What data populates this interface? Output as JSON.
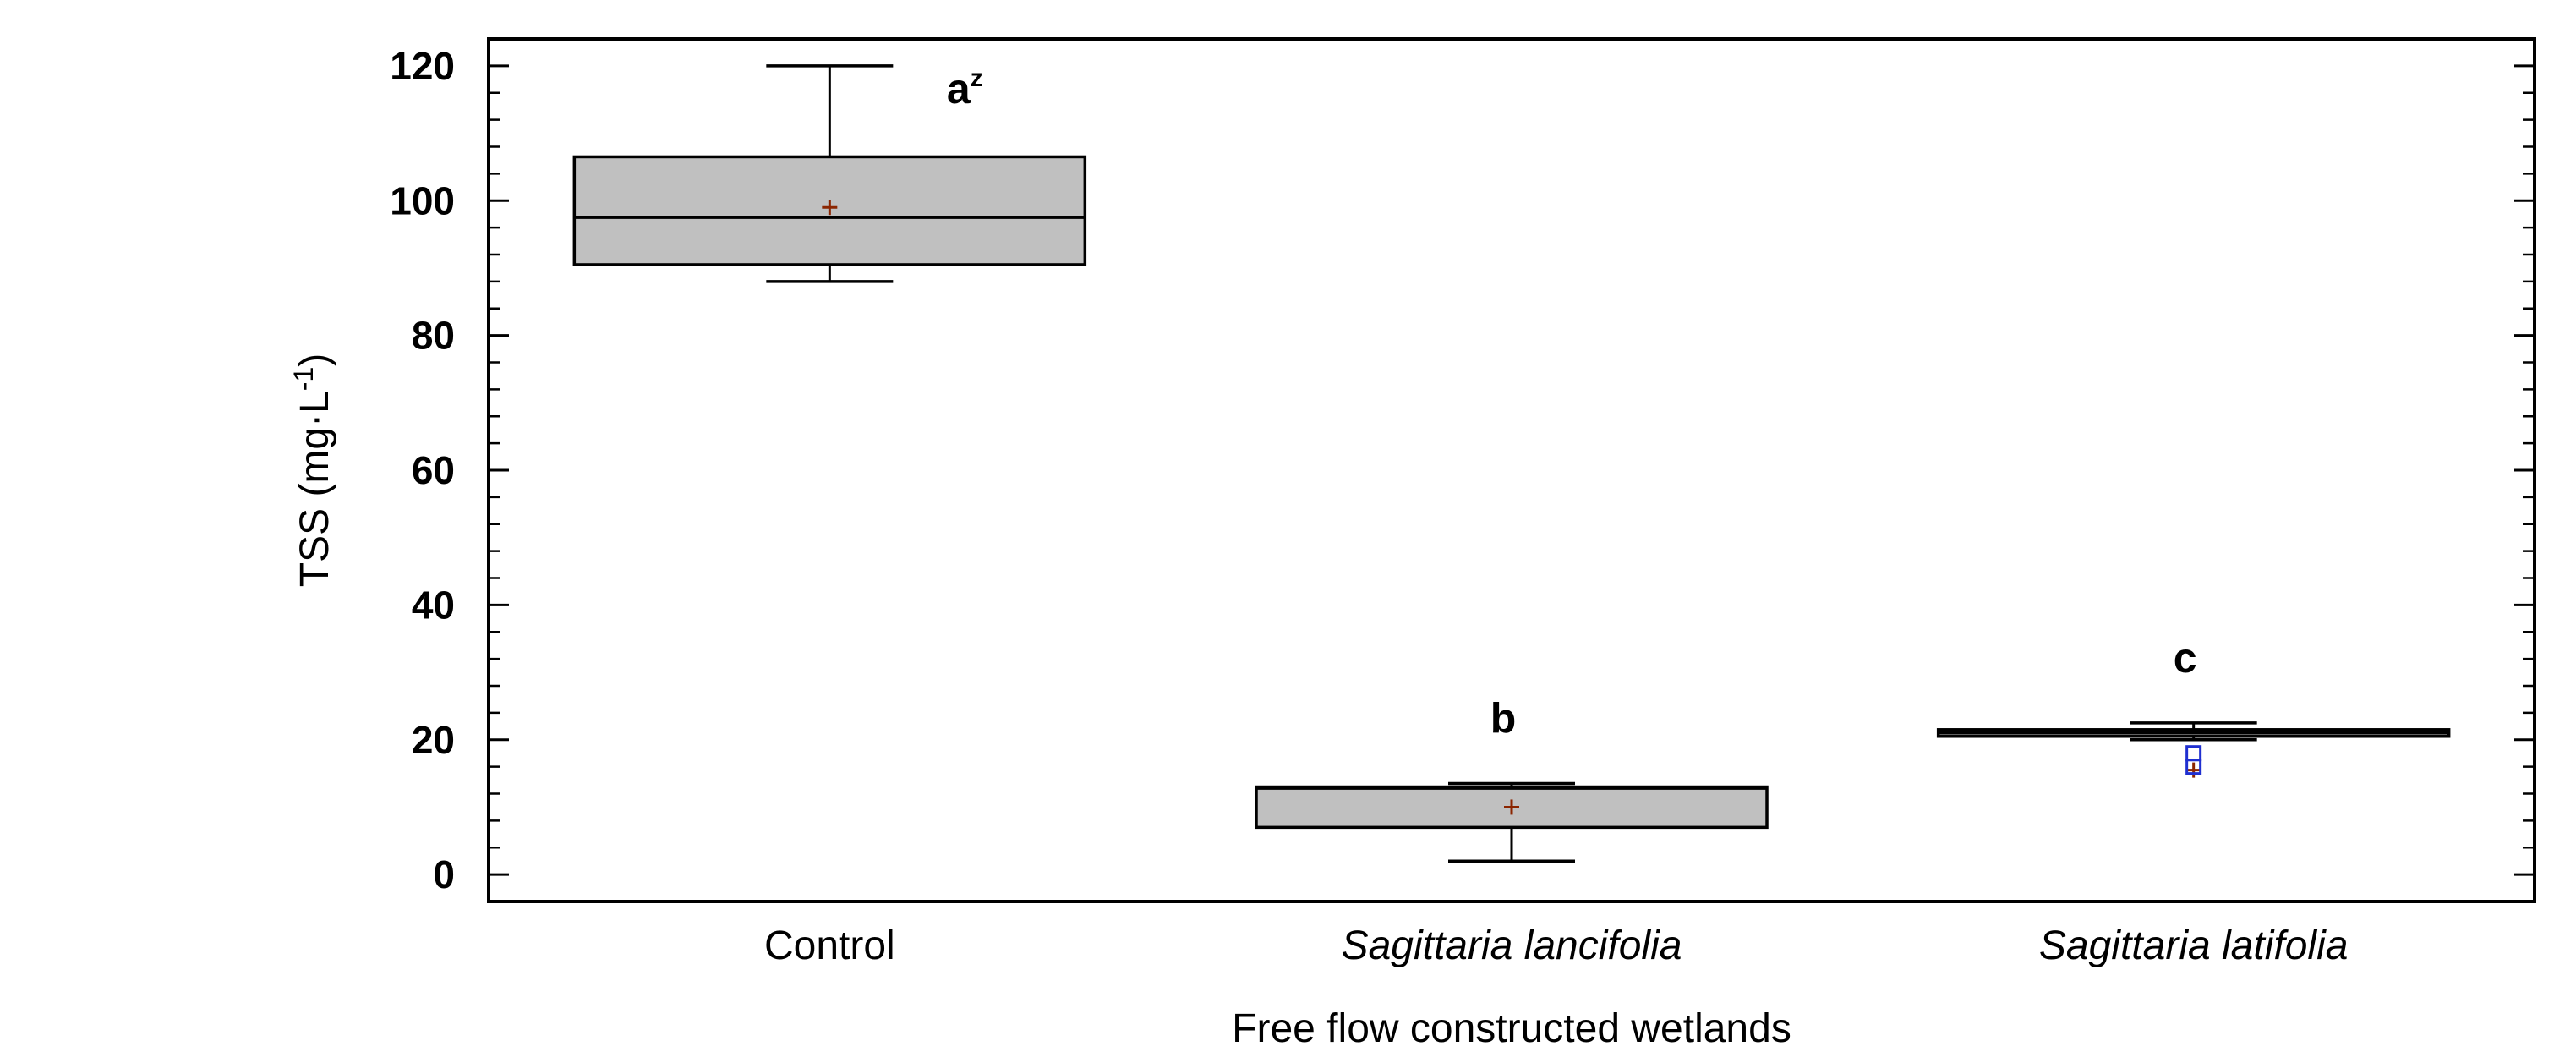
{
  "chart_data": {
    "type": "box",
    "xlabel": "Free flow constructed wetlands",
    "ylabel_main": "TSS (mg·L",
    "ylabel_sup": "-1",
    "ylabel_end": ")",
    "ylim": [
      -4,
      124
    ],
    "yticks": [
      0,
      20,
      40,
      60,
      80,
      100,
      120
    ],
    "grid": false,
    "colors": {
      "box_fill": "#c0c0c0",
      "mean_marker": "#8b2500",
      "outlier_marker": "#1f2fd0",
      "outlier_marker_2": "#cc2222"
    },
    "groups": [
      {
        "label": "Control",
        "italic": false,
        "whisker_low": 88,
        "q1": 90.5,
        "median": 97.5,
        "q3": 106.5,
        "whisker_high": 120,
        "mean": 99,
        "outliers": [],
        "letter": "a",
        "letter_sup": "z"
      },
      {
        "label": "Sagittaria lancifolia",
        "italic": true,
        "whisker_low": 2,
        "q1": 7,
        "median": 12.8,
        "q3": 13,
        "whisker_high": 13.5,
        "mean": 10,
        "outliers": [],
        "letter": "b",
        "letter_sup": ""
      },
      {
        "label": "Sagittaria latifolia",
        "italic": true,
        "whisker_low": 20,
        "q1": 20.5,
        "median": 21,
        "q3": 21.5,
        "whisker_high": 22.5,
        "mean": 15.5,
        "outliers": [
          18,
          16
        ],
        "letter": "c",
        "letter_sup": ""
      }
    ]
  }
}
